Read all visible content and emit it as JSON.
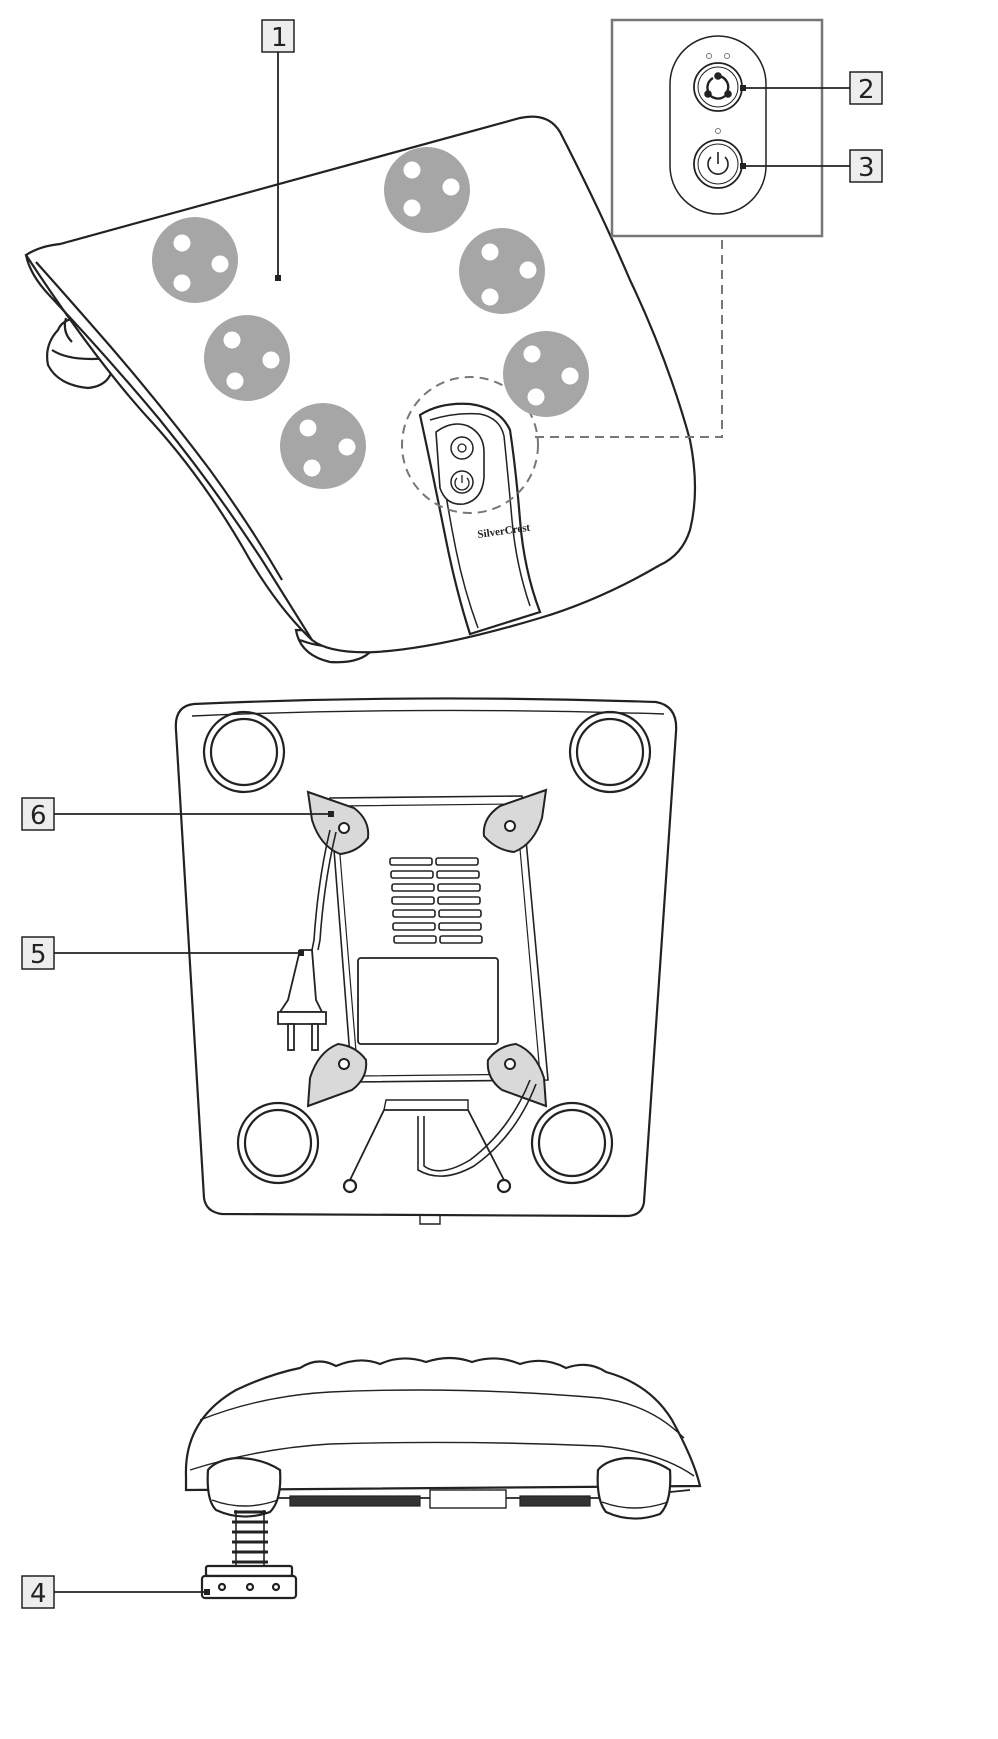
{
  "brand_text": "SilverCrest",
  "callouts": [
    {
      "id": "1",
      "label": "1"
    },
    {
      "id": "2",
      "label": "2"
    },
    {
      "id": "3",
      "label": "3"
    },
    {
      "id": "4",
      "label": "4"
    },
    {
      "id": "5",
      "label": "5"
    },
    {
      "id": "6",
      "label": "6"
    }
  ],
  "colors": {
    "line": "#222222",
    "node_fill": "#a6a6a6",
    "callout_box": "#ededed"
  }
}
